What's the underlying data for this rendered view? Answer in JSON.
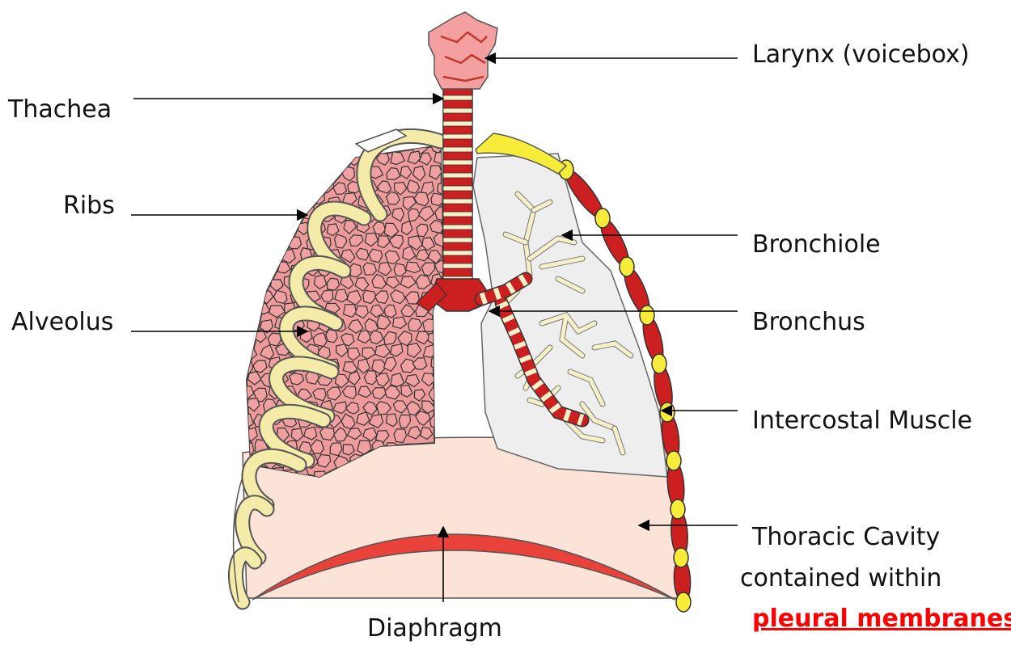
{
  "labels": {
    "larynx": "Larynx (voicebox)",
    "trachea": "Thachea",
    "ribs": "Ribs",
    "alveolus": "Alveolus",
    "bronchiole": "Bronchiole",
    "bronchus": "Bronchus",
    "intercostal": "Intercostal Muscle",
    "thoracic_line1": "Thoracic Cavity",
    "thoracic_line2": "contained within",
    "pleural": "pleural membranes",
    "diaphragm": "Diaphragm"
  },
  "colors": {
    "rib": "#f5eba8",
    "alveoli": "#f0a0a0",
    "cavity": "#fbe3d8",
    "lung_right": "#eeeeee",
    "trachea_red": "#cc1f1f",
    "cartilage": "#f6f0c8",
    "diaphragm": "#e8423b",
    "yellow_node": "#f7ec3a",
    "emphasis": "#ff0000"
  }
}
